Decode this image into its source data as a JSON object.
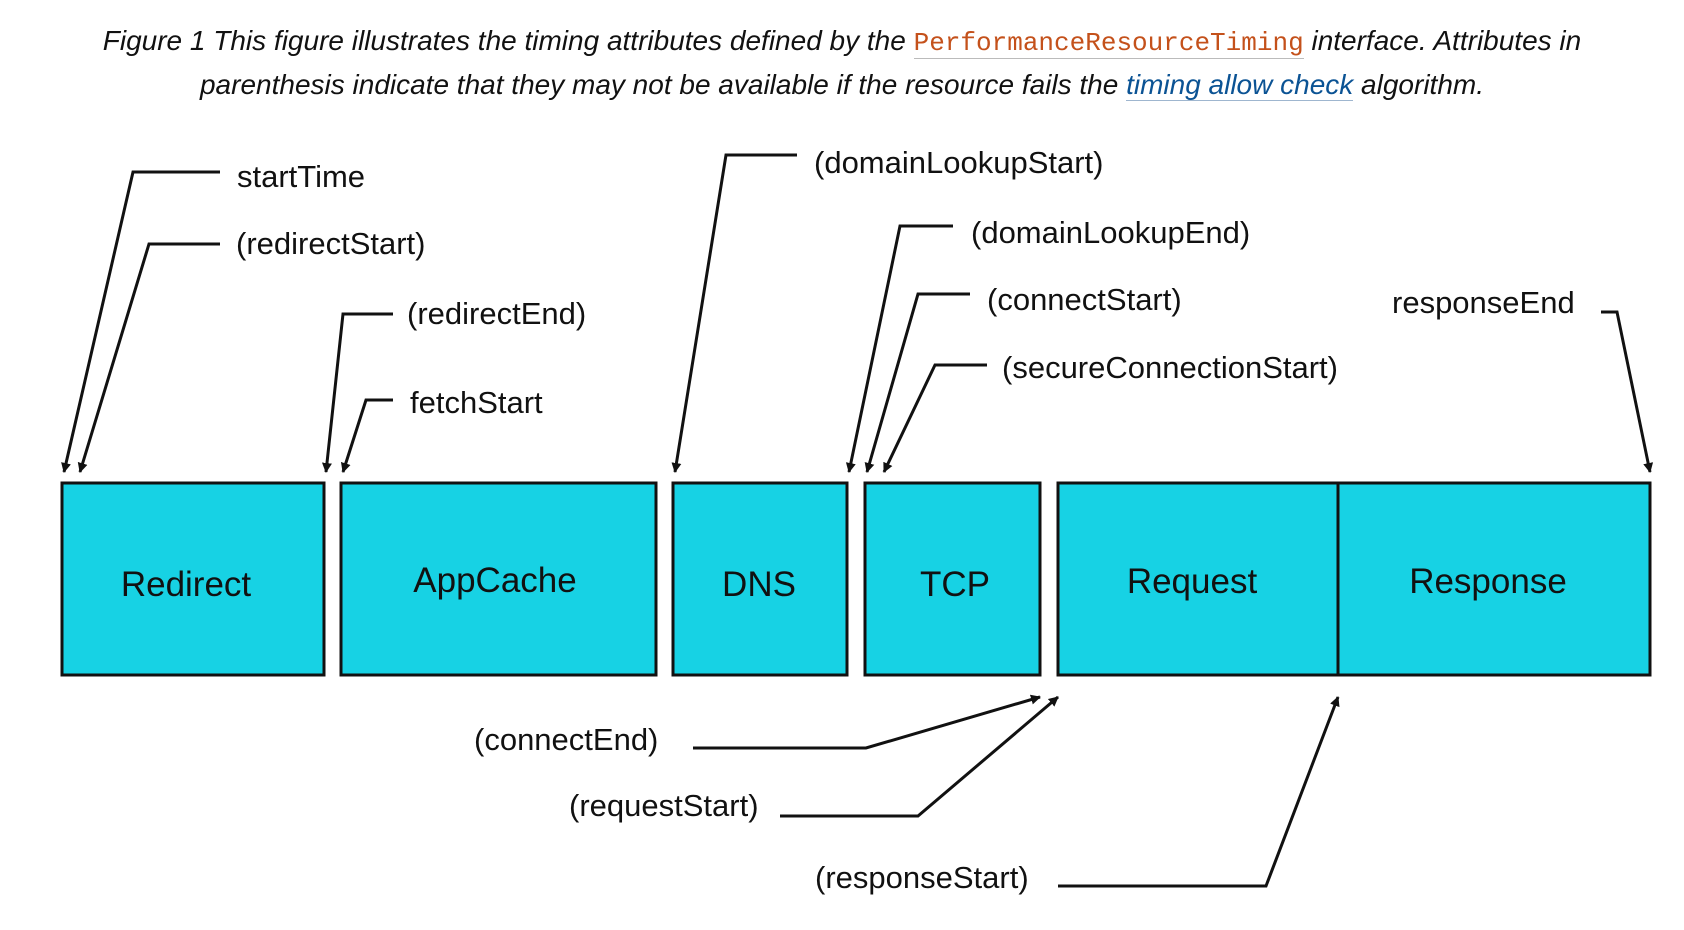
{
  "caption": {
    "part1": "Figure 1 This figure illustrates the timing attributes defined by the ",
    "code": "PerformanceResourceTiming",
    "part2": " interface. Attributes in",
    "part3": "parenthesis indicate that they may not be available if the resource fails the ",
    "link": "timing allow check",
    "part4": " algorithm."
  },
  "phases": [
    "Redirect",
    "AppCache",
    "DNS",
    "TCP",
    "Request",
    "Response"
  ],
  "attributes": {
    "startTime": "startTime",
    "redirectStart": "(redirectStart)",
    "redirectEnd": "(redirectEnd)",
    "fetchStart": "fetchStart",
    "domainLookupStart": "(domainLookupStart)",
    "domainLookupEnd": "(domainLookupEnd)",
    "connectStart": "(connectStart)",
    "secureConnectionStart": "(secureConnectionStart)",
    "responseEnd": "responseEnd",
    "connectEnd": "(connectEnd)",
    "requestStart": "(requestStart)",
    "responseStart": "(responseStart)"
  },
  "colors": {
    "phase_fill": "#17d2e4",
    "code": "#c4511b",
    "link": "#0b5394"
  }
}
